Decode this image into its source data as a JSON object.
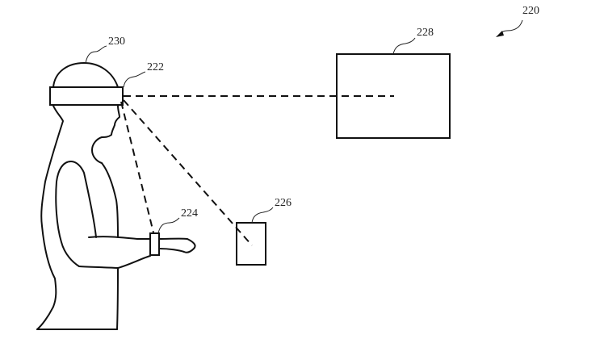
{
  "figure": {
    "reference_labels": {
      "system": "220",
      "head_mounted_device": "222",
      "wrist_device": "224",
      "handheld_device": "226",
      "display_screen": "228",
      "user": "230"
    }
  },
  "colors": {
    "line": "#111111",
    "background": "#ffffff"
  }
}
